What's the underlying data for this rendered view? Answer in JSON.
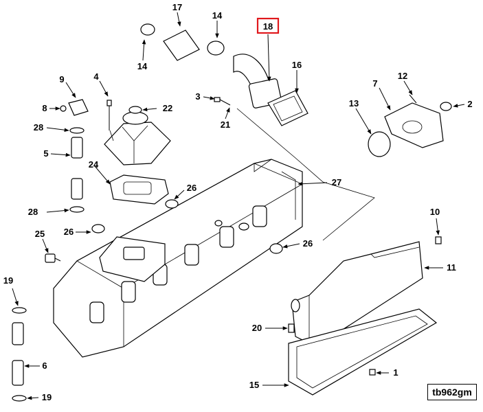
{
  "figure_id": "tb962gm",
  "highlighted_callout": "18",
  "highlight_color": "#e0181c",
  "callouts": [
    {
      "id": "c17",
      "label": "17"
    },
    {
      "id": "c14a",
      "label": "14"
    },
    {
      "id": "c14b",
      "label": "14"
    },
    {
      "id": "c18",
      "label": "18"
    },
    {
      "id": "c16",
      "label": "16"
    },
    {
      "id": "c12",
      "label": "12"
    },
    {
      "id": "c7",
      "label": "7"
    },
    {
      "id": "c13",
      "label": "13"
    },
    {
      "id": "c2",
      "label": "2"
    },
    {
      "id": "c9",
      "label": "9"
    },
    {
      "id": "c4",
      "label": "4"
    },
    {
      "id": "c3",
      "label": "3"
    },
    {
      "id": "c21",
      "label": "21"
    },
    {
      "id": "c8",
      "label": "8"
    },
    {
      "id": "c22",
      "label": "22"
    },
    {
      "id": "c28a",
      "label": "28"
    },
    {
      "id": "c5",
      "label": "5"
    },
    {
      "id": "c24",
      "label": "24"
    },
    {
      "id": "c27",
      "label": "27"
    },
    {
      "id": "c26a",
      "label": "26"
    },
    {
      "id": "c28b",
      "label": "28"
    },
    {
      "id": "c26b",
      "label": "26"
    },
    {
      "id": "c25",
      "label": "25"
    },
    {
      "id": "c26c",
      "label": "26"
    },
    {
      "id": "c10",
      "label": "10"
    },
    {
      "id": "c11",
      "label": "11"
    },
    {
      "id": "c19a",
      "label": "19"
    },
    {
      "id": "c6",
      "label": "6"
    },
    {
      "id": "c19b",
      "label": "19"
    },
    {
      "id": "c20",
      "label": "20"
    },
    {
      "id": "c1",
      "label": "1"
    },
    {
      "id": "c15",
      "label": "15"
    }
  ]
}
